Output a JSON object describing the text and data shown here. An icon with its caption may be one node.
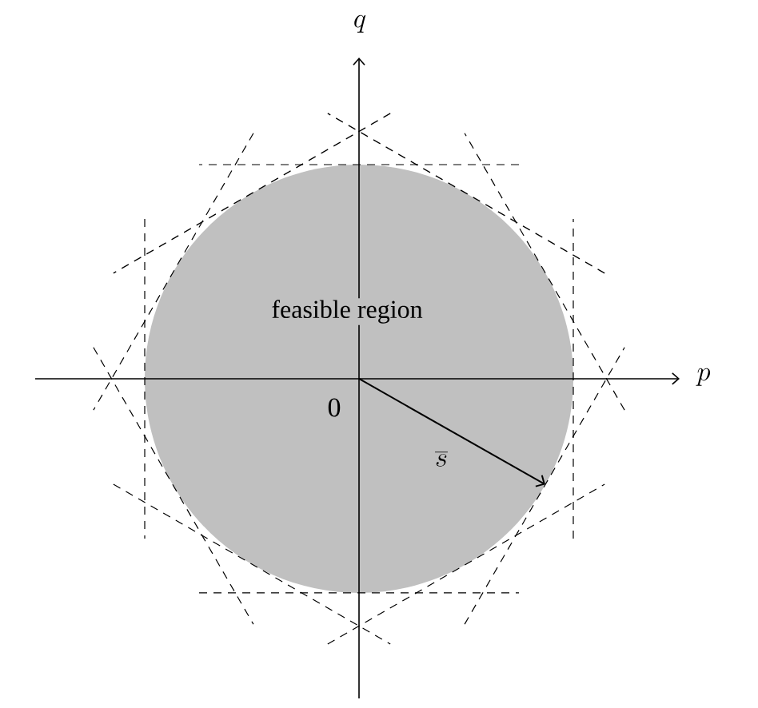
{
  "diagram": {
    "nodes": [
      {
        "text": [
          "feasible region"
        ]
      }
    ],
    "labels": [
      "q",
      "p",
      "0",
      "\\overline{s}"
    ]
  }
}
